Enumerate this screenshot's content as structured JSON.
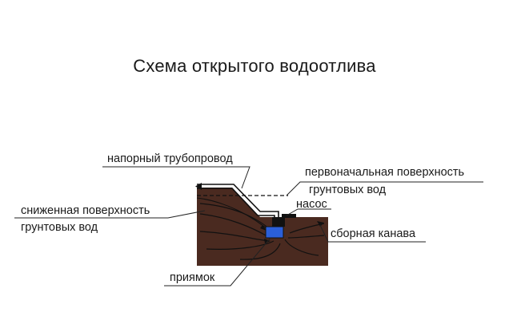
{
  "title": "Схема открытого водоотлива",
  "labels": {
    "pressure_pipeline": "напорный трубопровод",
    "initial_surface_line1": "первоначальная поверхность",
    "initial_surface_line2": "грунтовых вод",
    "pump": "насос",
    "lowered_surface_line1": "сниженная поверхность",
    "lowered_surface_line2": "грунтовых вод",
    "collection_ditch": "сборная канава",
    "sump": "приямок"
  },
  "colors": {
    "soil": "#4a2a20",
    "flow_lines": "#111111",
    "pump_water": "#2b5fd9",
    "pipe": "#111111",
    "leader_lines": "#222222"
  }
}
